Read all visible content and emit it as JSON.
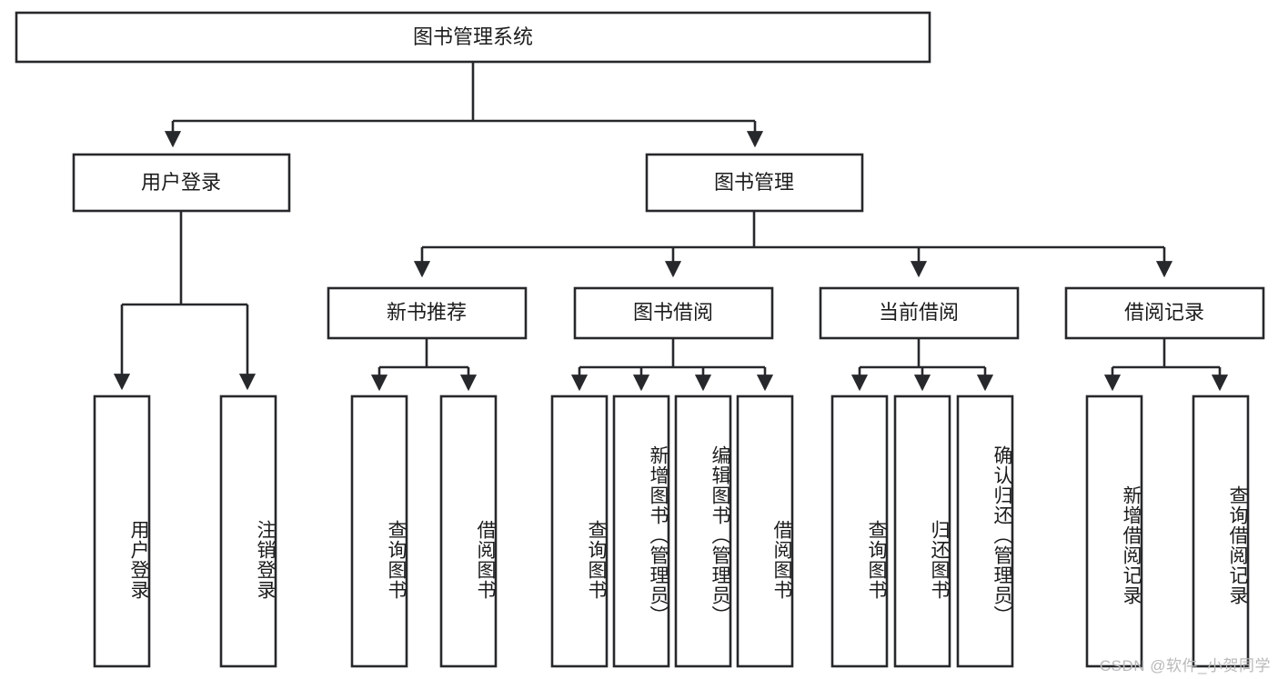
{
  "diagram": {
    "type": "tree",
    "title": "图书管理系统",
    "watermark": "CSDN @软件_小贺同学",
    "colors": {
      "stroke": "#26282b",
      "fill": "#ffffff",
      "text": "#1c1c1c",
      "watermark": "#b9b9b9"
    },
    "root": {
      "label": "图书管理系统"
    },
    "level2": [
      {
        "label": "用户登录"
      },
      {
        "label": "图书管理"
      }
    ],
    "level3": [
      {
        "label": "新书推荐"
      },
      {
        "label": "图书借阅"
      },
      {
        "label": "当前借阅"
      },
      {
        "label": "借阅记录"
      }
    ],
    "leaves": {
      "user_login": [
        {
          "label": "用户登录"
        },
        {
          "label": "注销登录"
        }
      ],
      "new_book_recommend": [
        {
          "label": "查询图书"
        },
        {
          "label": "借阅图书"
        }
      ],
      "book_borrow": [
        {
          "label": "查询图书"
        },
        {
          "label": "新增图书（管理员）"
        },
        {
          "label": "编辑图书（管理员）"
        },
        {
          "label": "借阅图书"
        }
      ],
      "current_borrow": [
        {
          "label": "查询图书"
        },
        {
          "label": "归还图书"
        },
        {
          "label": "确认归还（管理员）"
        }
      ],
      "borrow_record": [
        {
          "label": "新增借阅记录"
        },
        {
          "label": "查询借阅记录"
        }
      ]
    }
  }
}
